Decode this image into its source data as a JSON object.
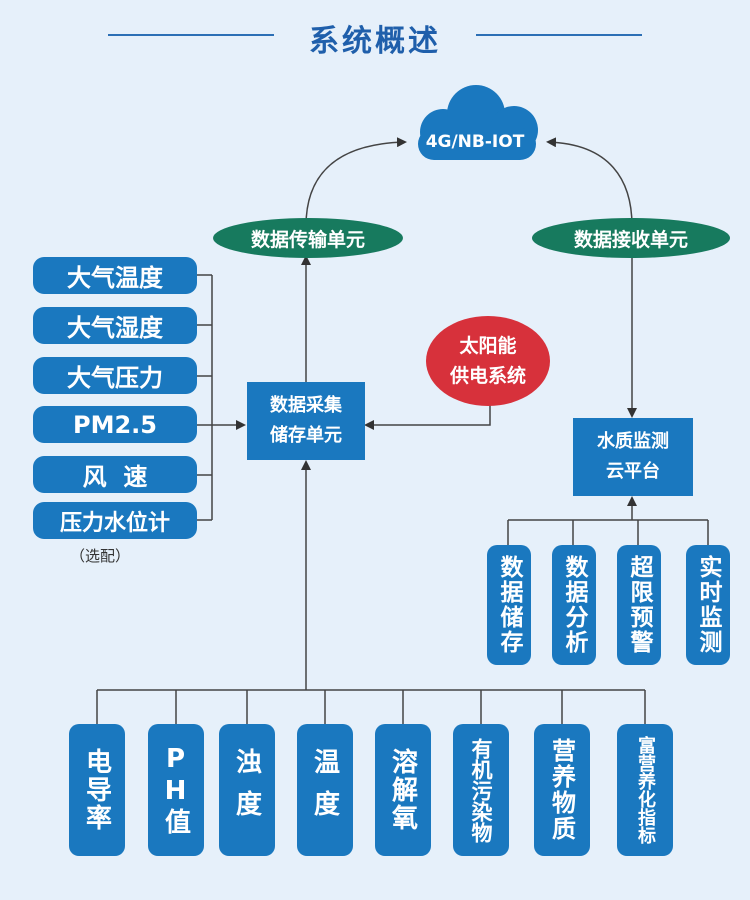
{
  "title": "系统概述",
  "cloud": {
    "label": "4G/NB-IOT"
  },
  "transmit_unit": "数据传输单元",
  "receive_unit": "数据接收单元",
  "sensors": [
    "大气温度",
    "大气湿度",
    "大气压力",
    "PM2.5",
    "风  速",
    "压力水位计"
  ],
  "optional_note": "（选配）",
  "collector": {
    "line1": "数据采集",
    "line2": "储存单元"
  },
  "solar": {
    "line1": "太阳能",
    "line2": "供电系统"
  },
  "platform": {
    "line1": "水质监测",
    "line2": "云平台"
  },
  "functions": [
    "数据储存",
    "数据分析",
    "超限预警",
    "实时监测"
  ],
  "water_params": [
    "电导率",
    "PH值",
    "浊度",
    "温度",
    "溶解氧",
    "有机污染物",
    "营养物质",
    "富营养化指标"
  ],
  "colors": {
    "box": "#1a78bf",
    "ellipse": "#177a5e",
    "solar": "#d7313b",
    "title": "#1f5fab",
    "background": "#e6f0fa"
  }
}
